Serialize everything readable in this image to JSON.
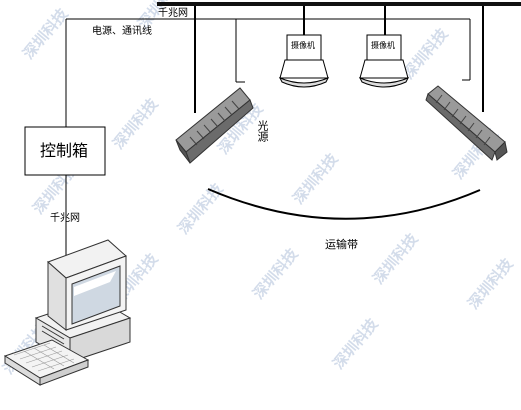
{
  "labels": {
    "gigabit_top": "千兆网",
    "power_comm_line": "电源、通讯线",
    "controller": "控制箱",
    "gigabit_left": "千兆网",
    "light_source": "光源",
    "conveyor": "运输带"
  },
  "cameras": [
    {
      "label": "摄像机"
    },
    {
      "label": "摄像机"
    }
  ],
  "watermark": "深圳科技",
  "colors": {
    "line": "#000000",
    "rail": "#111111",
    "watermark": "#c9d4e6",
    "light_fixture": "#9a9a9a"
  }
}
